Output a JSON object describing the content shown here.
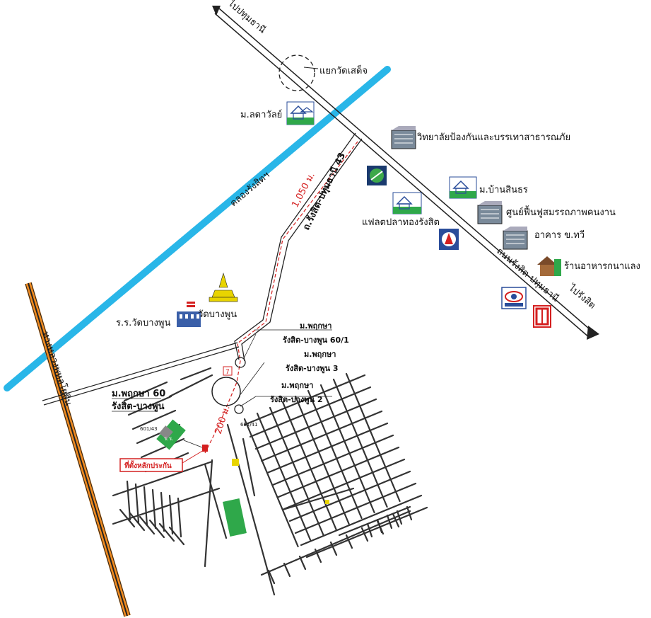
{
  "labels": {
    "to_pathum": "ไปปทุมธานี",
    "wat_sadet": "แยกวัดเสด็จ",
    "lotus_village": "ม.ลดาวัลย์",
    "college": "วิทยาลัยป้องกันและบรรเทาสาธารณภัย",
    "canal": "คลองรังสิตฯ",
    "road43": "ถ.รังสิต-ปทุมธานี 43",
    "dist1050": "1,050 ม.",
    "baan_village": "ม.บ้านสินธร",
    "rehab_center": "ศูนย์ฟื้นฟูสมรรถภาพคนงาน",
    "flat": "แฟลตปลาทองรังสิต",
    "building": "อาคาร ข.ทวี",
    "restaurant": "ร้านอาหารกนาแลง",
    "main_road": "ถนนรังสิต-ปทุมธานี",
    "to_rangsit": "ไปรังสิต",
    "school": "ร.ร.วัดบางพูน",
    "temple": "วัดบางพูน",
    "phruksa_60_1": "ม.พฤกษา",
    "phruksa_60_2": "รังสิต-บางพูน 60/1",
    "phruksa_3_1": "ม.พฤกษา",
    "phruksa_3_2": "รังสิต-บางพูน 3",
    "phruksa_2_1": "ม.พฤกษา",
    "phruksa_2_2": "รังสิต-บางพูน 2",
    "phruksa_60b_1": "ม.พฤกษา 60",
    "phruksa_60b_2": "รังสิต-บางพูน",
    "highway": "ทางหลวงพหลโยธิน",
    "dist200": "200 ม.",
    "plot_num": "601/43",
    "plot_num2": "651/41",
    "location": "ที่ตั้งหลักประกัน",
    "plot_short": "ร.ร."
  },
  "colors": {
    "canal": "#29b6e8",
    "highway_outer": "#f08a1e",
    "highway_inner": "#222222",
    "route": "#d42020",
    "green": "#2fa84a",
    "temple_gold": "#e8d400"
  },
  "icons": {
    "village": "house-icon",
    "office": "office-building-icon",
    "logo": "company-logo-icon",
    "temple": "temple-stupa-icon",
    "school": "school-flag-icon"
  }
}
